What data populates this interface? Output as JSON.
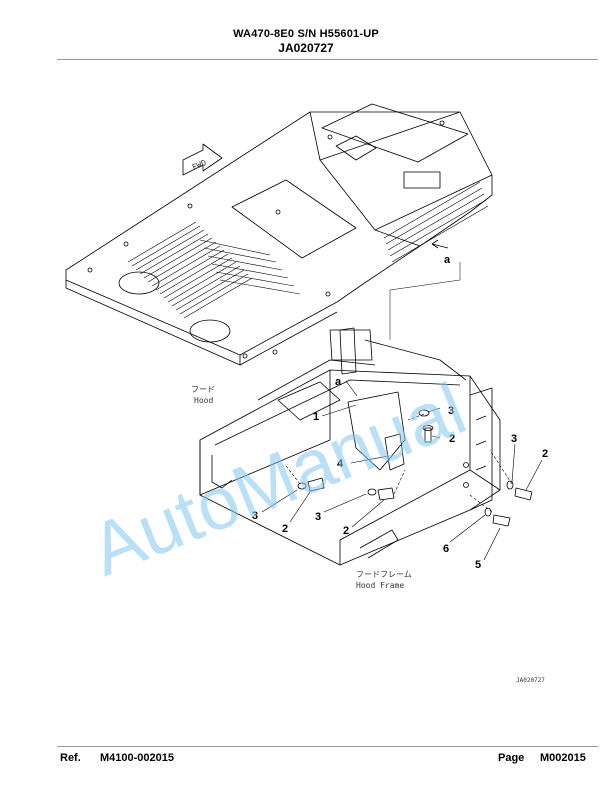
{
  "header": {
    "title": "WA470-8E0 S/N H55601-UP",
    "code": "JA020727"
  },
  "diagram": {
    "fwd_label": "FWD",
    "hood_label_jp": "フード",
    "hood_label_en": "Hood",
    "frame_label_jp": "フードフレーム",
    "frame_label_en": "Hood Frame",
    "callouts": {
      "a_top": "a",
      "a_mid": "a",
      "p1": "1",
      "p2_right": "2",
      "p2_far_right": "2",
      "p2_left": "2",
      "p2_mid": "2",
      "p3_top": "3",
      "p3_right": "3",
      "p3_left": "3",
      "p3_mid": "3",
      "p4": "4",
      "p5": "5",
      "p6": "6"
    },
    "drawing_code": "JA020727"
  },
  "watermark": {
    "text": "AutoManual",
    "color": "#7fc6ee"
  },
  "footer": {
    "ref_label": "Ref.",
    "ref_value": "M4100-002015",
    "page_label": "Page",
    "page_value": "M002015"
  }
}
